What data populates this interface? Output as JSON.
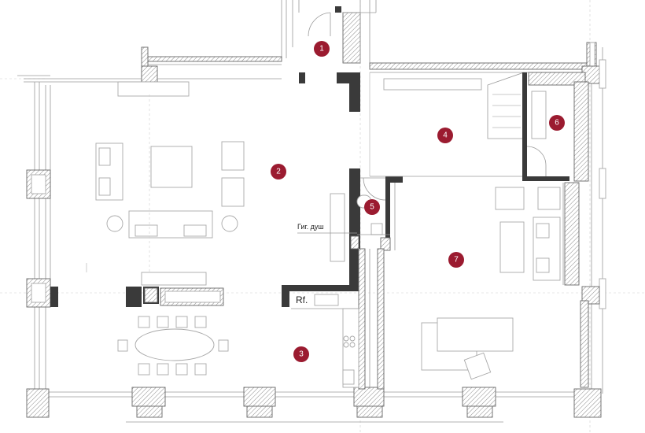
{
  "rooms": [
    {
      "number": "1"
    },
    {
      "number": "2"
    },
    {
      "number": "3"
    },
    {
      "number": "4"
    },
    {
      "number": "5"
    },
    {
      "number": "6"
    },
    {
      "number": "7"
    }
  ],
  "labels": {
    "shower": "Гиг. душ",
    "fridge": "Rf."
  },
  "colors": {
    "marker": "#9b1b30",
    "walls": "#3a3a3a"
  }
}
